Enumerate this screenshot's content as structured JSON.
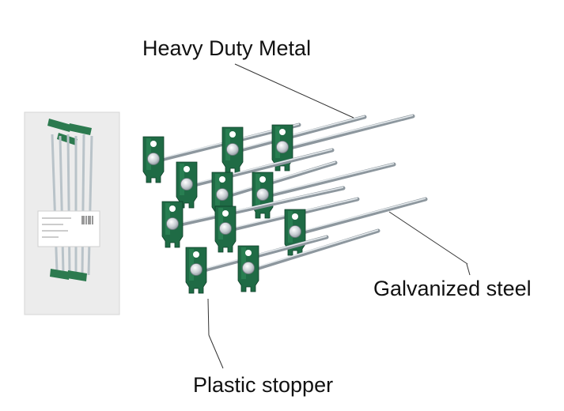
{
  "labels": {
    "heavy_duty": "Heavy Duty Metal",
    "galvanized": "Galvanized steel",
    "stopper": "Plastic stopper"
  },
  "colors": {
    "stopper_green": "#1f6b45",
    "steel": "#b9c0c6",
    "package_bg": "#ececec"
  }
}
